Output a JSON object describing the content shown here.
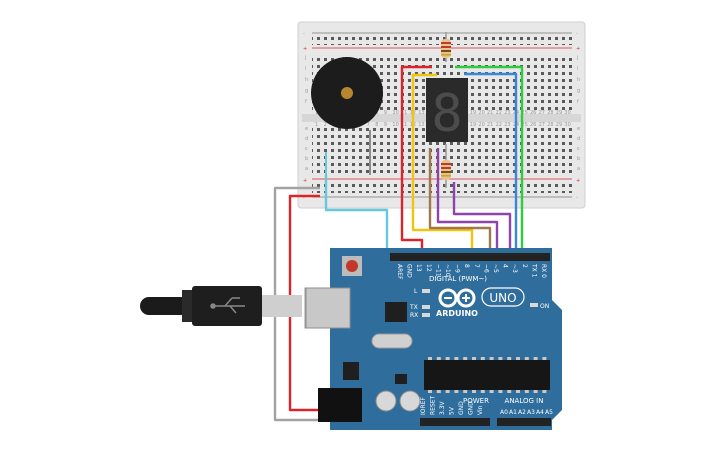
{
  "breadboard": {
    "row_letters_top": [
      "j",
      "i",
      "h",
      "g",
      "f"
    ],
    "row_letters_bottom": [
      "e",
      "d",
      "c",
      "b",
      "a"
    ],
    "plus": "+",
    "minus": "-",
    "column_numbers": [
      "1",
      "2",
      "3",
      "4",
      "5",
      "6",
      "7",
      "8",
      "9",
      "10",
      "11",
      "12",
      "13",
      "14",
      "15",
      "16",
      "17",
      "18",
      "19",
      "20",
      "21",
      "22",
      "23",
      "24",
      "25",
      "26",
      "27",
      "28",
      "29",
      "30"
    ]
  },
  "display": {
    "digit": "8"
  },
  "arduino": {
    "brand": "ARDUINO",
    "model": "UNO",
    "digital_header": "DIGITAL (PWM~)",
    "power_header": "POWER",
    "analog_header": "ANALOG IN",
    "led_l": "L",
    "led_tx": "TX",
    "led_rx": "RX",
    "led_on": "ON",
    "digital_pins": [
      "AREF",
      "GND",
      "13",
      "12",
      "~11",
      "~10",
      "~9",
      "8",
      "7",
      "~6",
      "~5",
      "4",
      "~3",
      "2",
      "TX 1",
      "RX 0"
    ],
    "power_pins": [
      "IOREF",
      "RESET",
      "3.3V",
      "5V",
      "GND",
      "GND",
      "Vin"
    ],
    "analog_pins": [
      "A0",
      "A1",
      "A2",
      "A3",
      "A4",
      "A5"
    ]
  },
  "colors": {
    "board": "#2f6e9c",
    "breadboard": "#e6e6e6",
    "wire_red": "#d9242b",
    "wire_gray": "#a3a3a3",
    "wire_yellow": "#f1c40f",
    "wire_brown": "#a0784c",
    "wire_purple": "#8e44ad",
    "wire_green": "#2ecc40",
    "wire_blue": "#3b86d8",
    "wire_cyan": "#66c7df"
  }
}
